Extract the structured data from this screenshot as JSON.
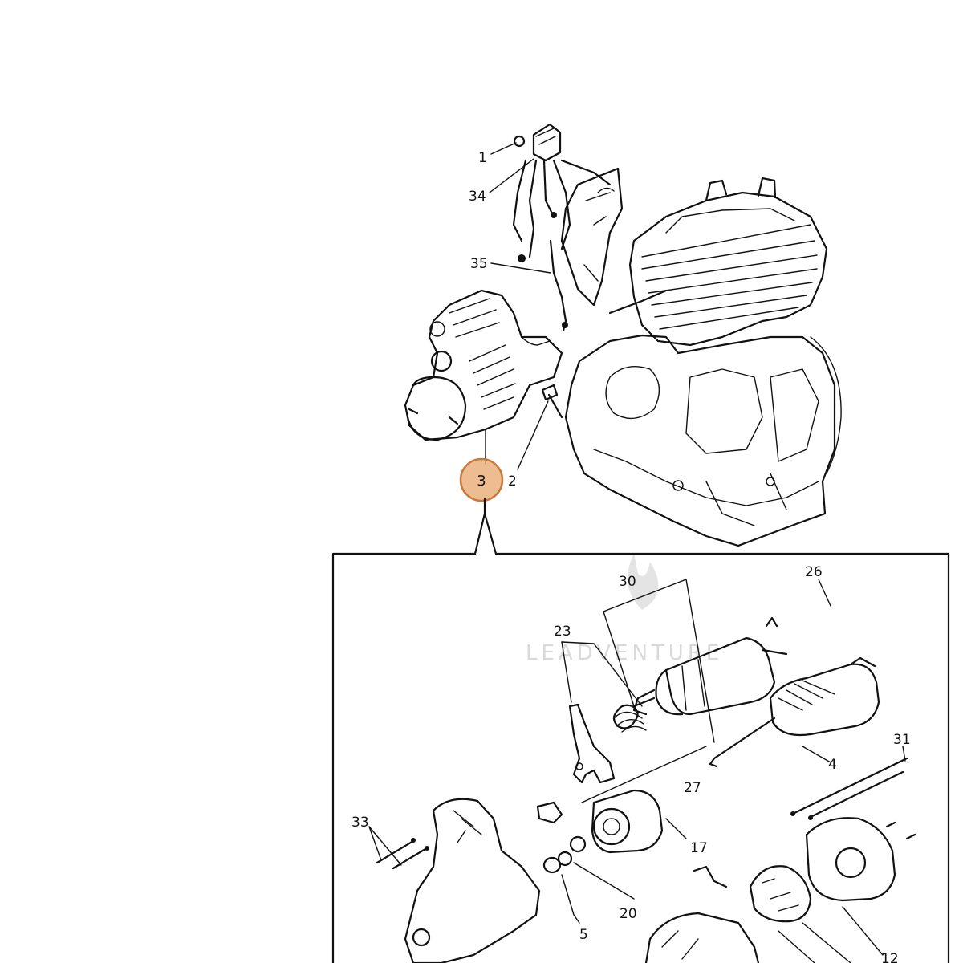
{
  "watermark": {
    "text": "LEADVENTURE"
  },
  "highlight": {
    "label": "3",
    "fill": "#e7a56c",
    "stroke": "#c9793a"
  },
  "callouts": {
    "c1": "1",
    "c34": "34",
    "c35": "35",
    "c2": "2",
    "c30": "30",
    "c26": "26",
    "c23": "23",
    "c27": "27",
    "c4": "4",
    "c31": "31",
    "c33": "33",
    "c17": "17",
    "c5": "5",
    "c20": "20",
    "c12": "12"
  }
}
